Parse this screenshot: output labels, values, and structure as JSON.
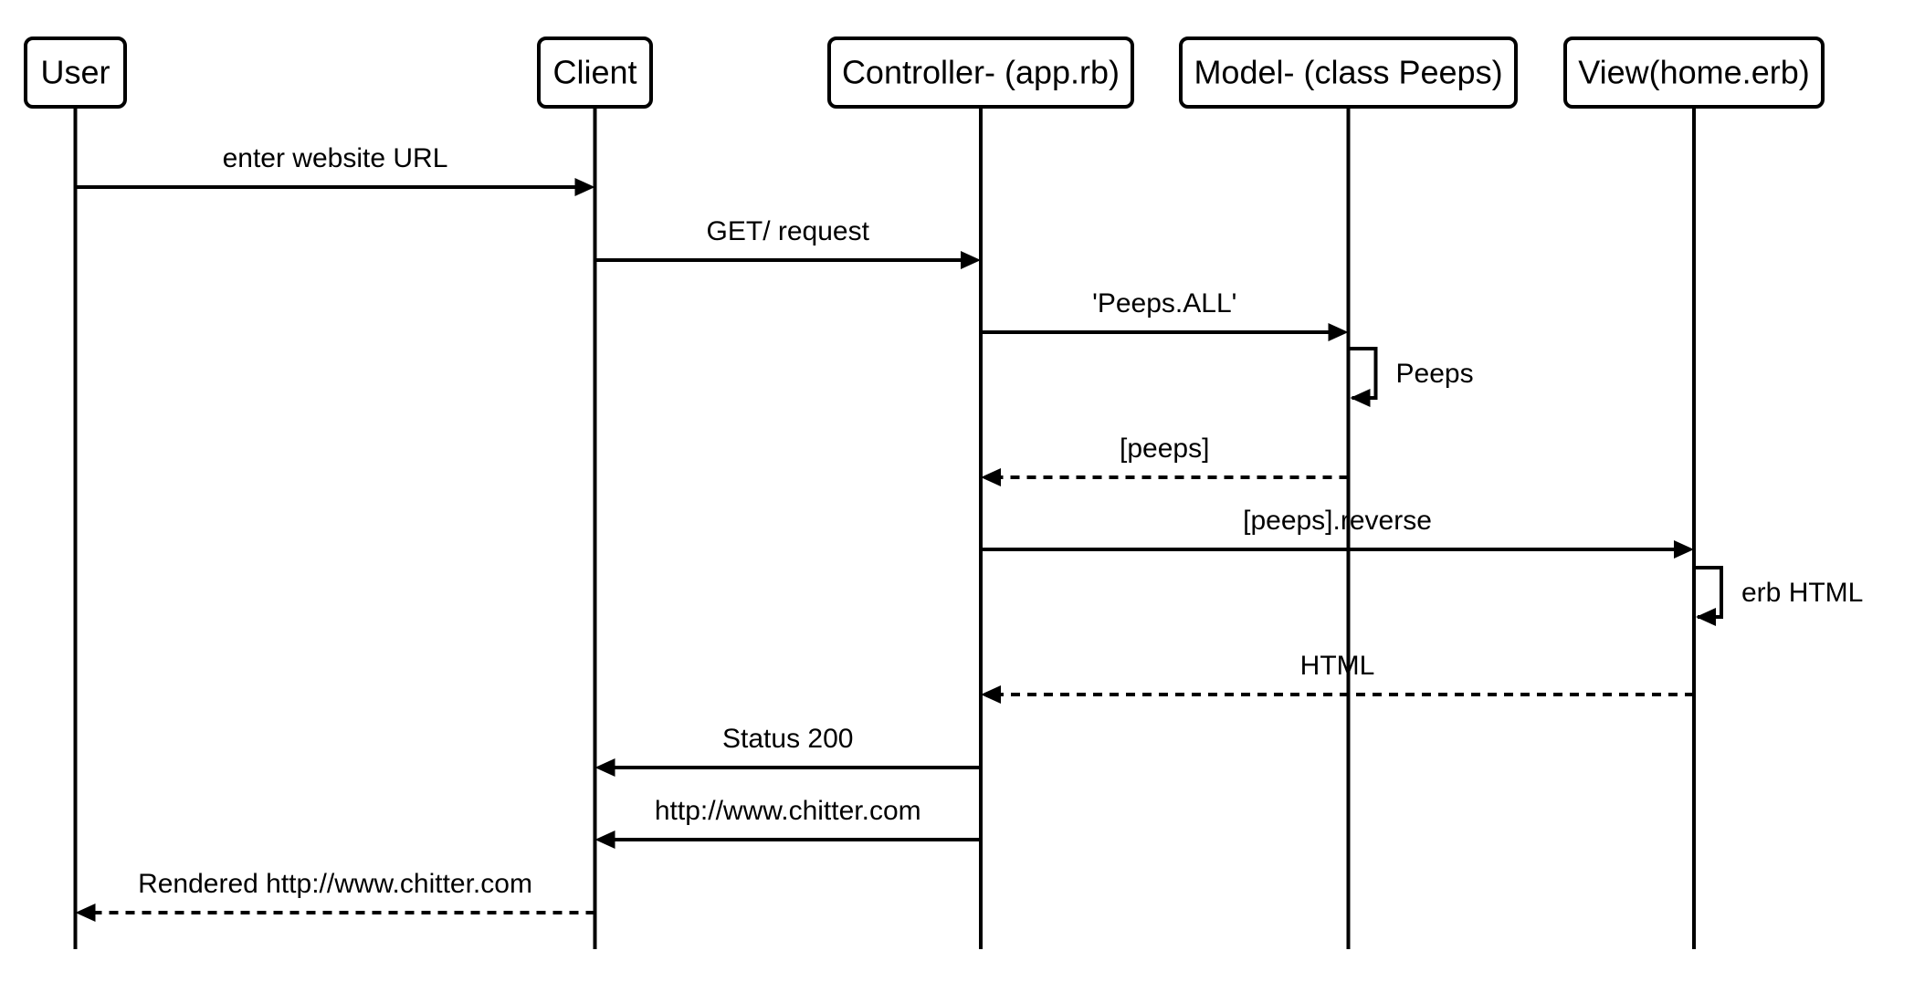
{
  "diagram": {
    "type": "sequence",
    "actors": [
      {
        "id": "user",
        "label": "User"
      },
      {
        "id": "client",
        "label": "Client"
      },
      {
        "id": "controller",
        "label": "Controller- (app.rb)"
      },
      {
        "id": "model",
        "label": "Model- (class Peeps)"
      },
      {
        "id": "view",
        "label": "View(home.erb)"
      }
    ],
    "messages": [
      {
        "from": "user",
        "to": "client",
        "label": "enter website URL",
        "style": "solid"
      },
      {
        "from": "client",
        "to": "controller",
        "label": "GET/ request",
        "style": "solid"
      },
      {
        "from": "controller",
        "to": "model",
        "label": "'Peeps.ALL'",
        "style": "solid"
      },
      {
        "from": "model",
        "to": "model",
        "label": "Peeps",
        "style": "self"
      },
      {
        "from": "model",
        "to": "controller",
        "label": "[peeps]",
        "style": "dashed"
      },
      {
        "from": "controller",
        "to": "view",
        "label": "[peeps].reverse",
        "style": "solid"
      },
      {
        "from": "view",
        "to": "view",
        "label": "erb HTML",
        "style": "self"
      },
      {
        "from": "view",
        "to": "controller",
        "label": "HTML",
        "style": "dashed"
      },
      {
        "from": "controller",
        "to": "client",
        "label": "Status 200",
        "style": "solid"
      },
      {
        "from": "controller",
        "to": "client",
        "label": "http://www.chitter.com",
        "style": "solid"
      },
      {
        "from": "client",
        "to": "user",
        "label": "Rendered http://www.chitter.com",
        "style": "dashed"
      }
    ]
  }
}
